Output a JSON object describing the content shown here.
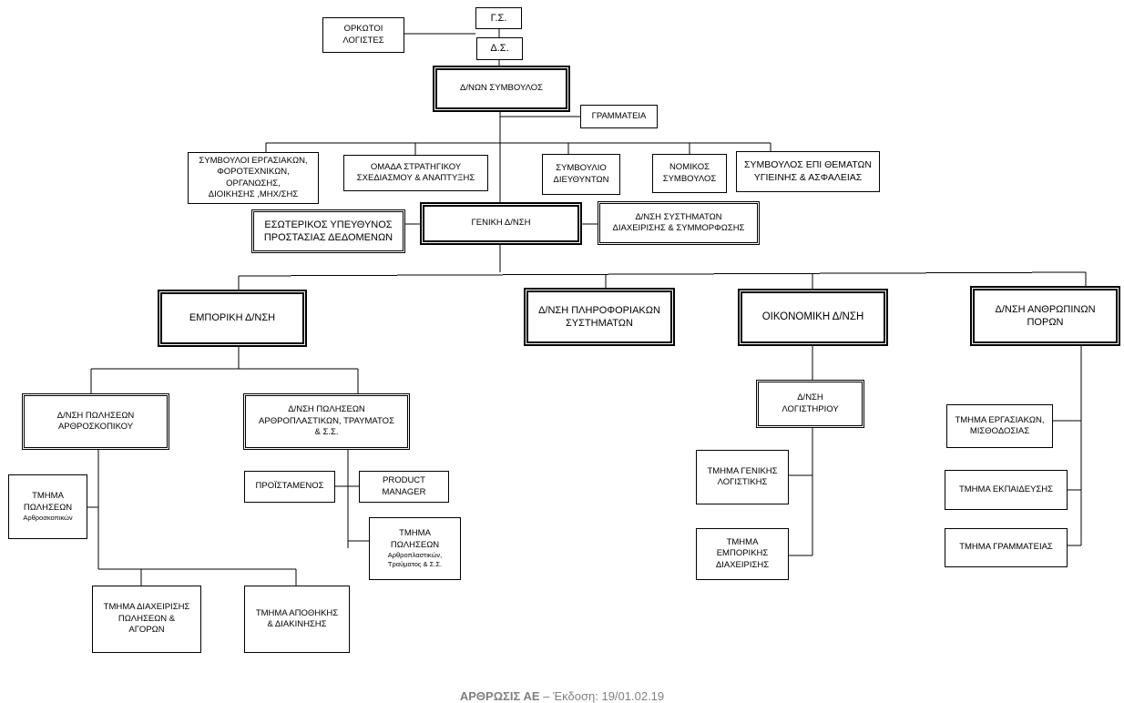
{
  "nodes": {
    "gs": "Γ.Σ.",
    "ds": "Δ.Σ.",
    "orkotoi": "ΟΡΚΩΤΟΙ\nΛΟΓΙΣΤΕΣ",
    "dnon_symvoulos": "Δ/ΝΩΝ ΣΥΜΒΟΥΛΟΣ",
    "grammateia": "ΓΡΑΜΜΑΤΕΙΑ",
    "symvouloi": "ΣΥΜΒΟΥΛΟΙ ΕΡΓΑΣΙΑΚΩΝ,\nΦΟΡΟΤΕΧΝΙΚΩΝ, ΟΡΓΑΝΩΣΗΣ,\nΔΙΟΙΚΗΣΗΣ ,ΜΗΧ/ΣΗΣ",
    "omada": "ΟΜΑΔΑ ΣΤΡΑΤΗΓΙΚΟΥ\nΣΧΕΔΙΑΣΜΟΥ & ΑΝΑΠΤΥΞΗΣ",
    "symvoulio": "ΣΥΜΒΟΥΛΙΟ\nΔΙΕΥΘΥΝΤΩΝ",
    "nomikos": "ΝΟΜΙΚΟΣ\nΣΥΜΒΟΥΛΟΣ",
    "ygieinis": "ΣΥΜΒΟΥΛΟΣ ΕΠΙ ΘΕΜΑΤΩΝ\nΥΓΙΕΙΝΗΣ & ΑΣΦΑΛΕΙΑΣ",
    "dpo": "ΕΣΩΤΕΡΙΚΟΣ ΥΠΕΥΘΥΝΟΣ\nΠΡΟΣΤΑΣΙΑΣ ΔΕΔΟΜΕΝΩΝ",
    "geniki": "ΓΕΝΙΚΗ Δ/ΝΣΗ",
    "systimaton": "Δ/ΝΣΗ ΣΥΣΤΗΜΑΤΩΝ\nΔΙΑΧΕΙΡΙΣΗΣ & ΣΥΜΜΟΡΦΩΣΗΣ",
    "emporiki": "ΕΜΠΟΡΙΚΗ Δ/ΝΣΗ",
    "pliroforiakon": "Δ/ΝΣΗ ΠΛΗΡΟΦΟΡΙΑΚΩΝ\nΣΥΣΤΗΜΑΤΩΝ",
    "oikonomiki": "ΟΙΚΟΝΟΜΙΚΗ Δ/ΝΣΗ",
    "anthropinon": "Δ/ΝΣΗ ΑΝΘΡΩΠΙΝΩΝ\nΠΟΡΩΝ",
    "poliseon_arthro": "Δ/ΝΣΗ ΠΩΛΗΣΕΩΝ\nΑΡΘΡΟΣΚΟΠΙΚΟΥ",
    "poliseon_arthroplast": "Δ/ΝΣΗ ΠΩΛΗΣΕΩΝ\nΑΡΘΡΟΠΛΑΣΤΙΚΩΝ, ΤΡΑΥΜΑΤΟΣ\n& Σ.Σ.",
    "tmima_poliseon_arthro_title": "ΤΜΗΜΑ\nΠΩΛΗΣΕΩΝ",
    "tmima_poliseon_arthro_sub": "Αρθροσκοπικών",
    "proistamenos": "ΠΡΟΪΣΤΑΜΕΝΟΣ",
    "product_manager": "PRODUCT\nMANAGER",
    "tmima_poliseon_plast_title": "ΤΜΗΜΑ\nΠΩΛΗΣΕΩΝ",
    "tmima_poliseon_plast_sub": "Αρθροπλαστικών,\nΤραύματος & Σ.Σ.",
    "tmima_diaxeirisis": "ΤΜΗΜΑ ΔΙΑΧΕΙΡΙΣΗΣ\nΠΩΛΗΣΕΩΝ &\nΑΓΟΡΩΝ",
    "tmima_apothikis": "ΤΜΗΜΑ ΑΠΟΘΗΚΗΣ\n& ΔΙΑΚΙΝΗΣΗΣ",
    "logistiriou": "Δ/ΝΣΗ\nΛΟΓΙΣΤΗΡΙΟΥ",
    "genikis_logistikis": "ΤΜΗΜΑ ΓΕΝΙΚΗΣ\nΛΟΓΙΣΤΙΚΗΣ",
    "emporikis_diax": "ΤΜΗΜΑ\nΕΜΠΟΡΙΚΗΣ\nΔΙΑΧΕΙΡΙΣΗΣ",
    "ergasiakon": "ΤΜΗΜΑ ΕΡΓΑΣΙΑΚΩΝ,\nΜΙΣΘΟΔΟΣΙΑΣ",
    "ekpaideysis": "ΤΜΗΜΑ ΕΚΠΑΙΔΕΥΣΗΣ",
    "grammateias": "ΤΜΗΜΑ ΓΡΑΜΜΑΤΕΙΑΣ"
  },
  "footer": {
    "company": "ΑΡΘΡΩΣΙΣ ΑΕ",
    "edition": " – Έκδοση: 19/01.02.19"
  }
}
